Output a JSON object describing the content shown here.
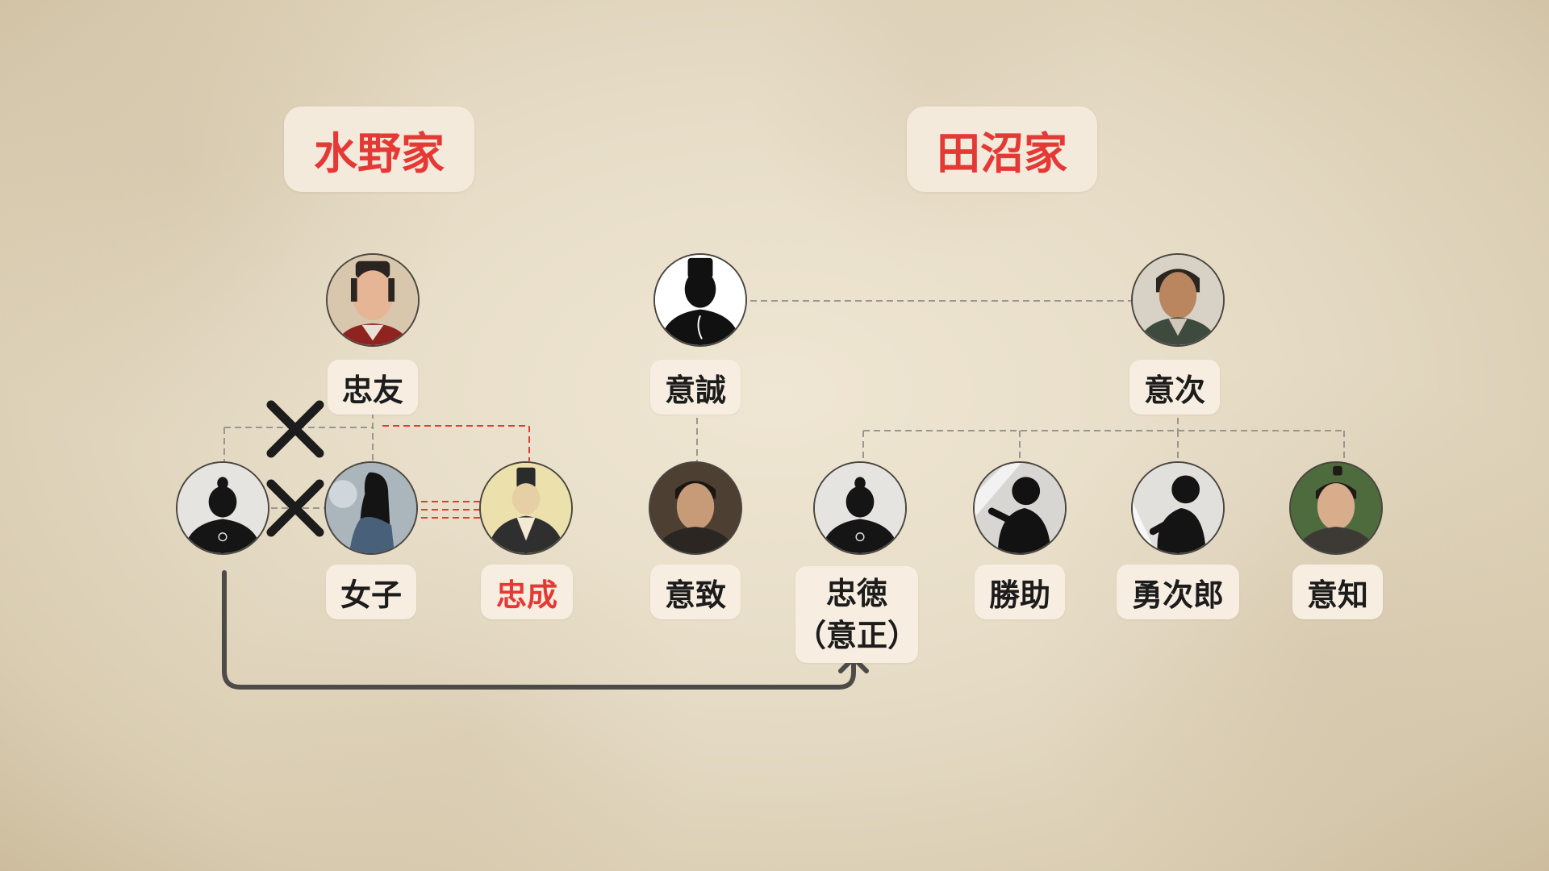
{
  "families": {
    "mizuno": "水野家",
    "tanuma": "田沼家"
  },
  "people": {
    "tadatomo": "忠友",
    "joshi": "女子",
    "tadaakira": "忠成",
    "okitomo_father": "意誠",
    "okiyuki": "意致",
    "okitsugu": "意次",
    "tadanori": "忠徳",
    "tadanori_alt": "（意正）",
    "katsusuke": "勝助",
    "yujiro": "勇次郎",
    "okitomo": "意知"
  },
  "colors": {
    "accent": "#e53935",
    "marriage_dashed": "#9a9590",
    "adoption_dashed": "#e53935",
    "arrow": "#4d4b48"
  }
}
